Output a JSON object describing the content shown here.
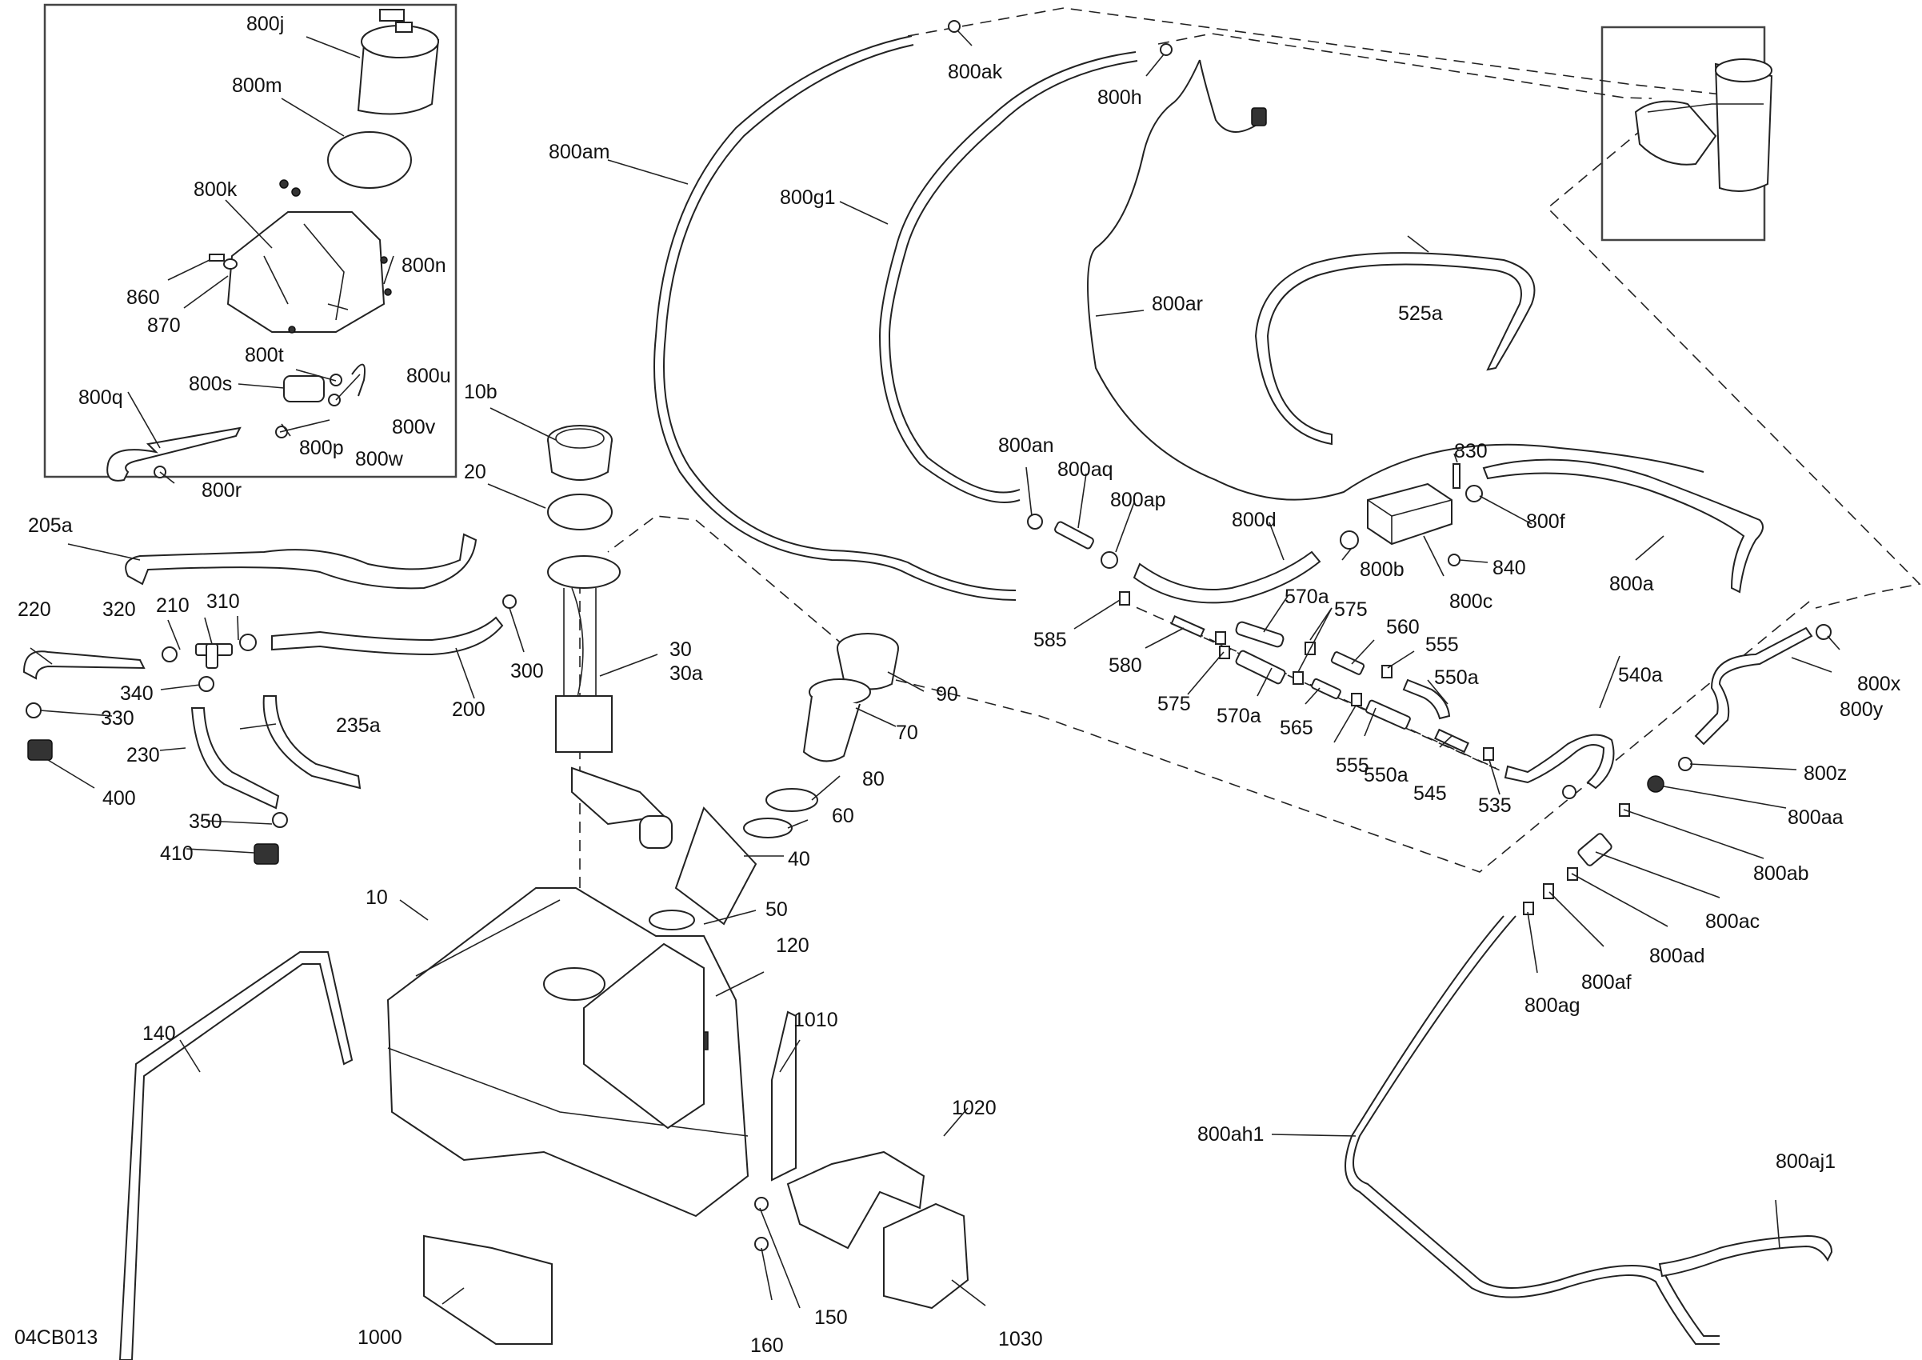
{
  "diagram": {
    "title": "Fuel tank and EVAP system exploded view",
    "figure_code": "04CB013",
    "callouts": [
      {
        "id": "800j",
        "label": "800j"
      },
      {
        "id": "800m",
        "label": "800m"
      },
      {
        "id": "800k",
        "label": "800k"
      },
      {
        "id": "800n",
        "label": "800n"
      },
      {
        "id": "860",
        "label": "860"
      },
      {
        "id": "870",
        "label": "870"
      },
      {
        "id": "800t",
        "label": "800t"
      },
      {
        "id": "800u",
        "label": "800u"
      },
      {
        "id": "800s",
        "label": "800s"
      },
      {
        "id": "800v",
        "label": "800v"
      },
      {
        "id": "800q",
        "label": "800q"
      },
      {
        "id": "800w",
        "label": "800w"
      },
      {
        "id": "800p",
        "label": "800p"
      },
      {
        "id": "800r",
        "label": "800r"
      },
      {
        "id": "10b",
        "label": "10b"
      },
      {
        "id": "20",
        "label": "20"
      },
      {
        "id": "205a",
        "label": "205a"
      },
      {
        "id": "220",
        "label": "220"
      },
      {
        "id": "320",
        "label": "320"
      },
      {
        "id": "210",
        "label": "210"
      },
      {
        "id": "310",
        "label": "310"
      },
      {
        "id": "300",
        "label": "300"
      },
      {
        "id": "200",
        "label": "200"
      },
      {
        "id": "340",
        "label": "340"
      },
      {
        "id": "330",
        "label": "330"
      },
      {
        "id": "230",
        "label": "230"
      },
      {
        "id": "235a",
        "label": "235a"
      },
      {
        "id": "400",
        "label": "400"
      },
      {
        "id": "350",
        "label": "350"
      },
      {
        "id": "410",
        "label": "410"
      },
      {
        "id": "30",
        "label": "30"
      },
      {
        "id": "30a",
        "label": "30a"
      },
      {
        "id": "90",
        "label": "90"
      },
      {
        "id": "70",
        "label": "70"
      },
      {
        "id": "80",
        "label": "80"
      },
      {
        "id": "60",
        "label": "60"
      },
      {
        "id": "40",
        "label": "40"
      },
      {
        "id": "50",
        "label": "50"
      },
      {
        "id": "10",
        "label": "10"
      },
      {
        "id": "120",
        "label": "120"
      },
      {
        "id": "140",
        "label": "140"
      },
      {
        "id": "1010",
        "label": "1010"
      },
      {
        "id": "1020",
        "label": "1020"
      },
      {
        "id": "1000",
        "label": "1000"
      },
      {
        "id": "150",
        "label": "150"
      },
      {
        "id": "160",
        "label": "160"
      },
      {
        "id": "1030",
        "label": "1030"
      },
      {
        "id": "800am",
        "label": "800am"
      },
      {
        "id": "800ak",
        "label": "800ak"
      },
      {
        "id": "800h",
        "label": "800h"
      },
      {
        "id": "800g1",
        "label": "800g1"
      },
      {
        "id": "800ar",
        "label": "800ar"
      },
      {
        "id": "525a",
        "label": "525a"
      },
      {
        "id": "800an",
        "label": "800an"
      },
      {
        "id": "800aq",
        "label": "800aq"
      },
      {
        "id": "800ap",
        "label": "800ap"
      },
      {
        "id": "800d",
        "label": "800d"
      },
      {
        "id": "830",
        "label": "830"
      },
      {
        "id": "800f",
        "label": "800f"
      },
      {
        "id": "800b",
        "label": "800b"
      },
      {
        "id": "840",
        "label": "840"
      },
      {
        "id": "800c",
        "label": "800c"
      },
      {
        "id": "800a",
        "label": "800a"
      },
      {
        "id": "585",
        "label": "585"
      },
      {
        "id": "570a_top",
        "label": "570a"
      },
      {
        "id": "575_top",
        "label": "575"
      },
      {
        "id": "560",
        "label": "560"
      },
      {
        "id": "555_top",
        "label": "555"
      },
      {
        "id": "580",
        "label": "580"
      },
      {
        "id": "550a_top",
        "label": "550a"
      },
      {
        "id": "575_bot",
        "label": "575"
      },
      {
        "id": "570a_bot",
        "label": "570a"
      },
      {
        "id": "565",
        "label": "565"
      },
      {
        "id": "555_bot",
        "label": "555"
      },
      {
        "id": "550a_bot",
        "label": "550a"
      },
      {
        "id": "545",
        "label": "545"
      },
      {
        "id": "535",
        "label": "535"
      },
      {
        "id": "540a",
        "label": "540a"
      },
      {
        "id": "800x",
        "label": "800x"
      },
      {
        "id": "800y",
        "label": "800y"
      },
      {
        "id": "800z",
        "label": "800z"
      },
      {
        "id": "800aa",
        "label": "800aa"
      },
      {
        "id": "800ab",
        "label": "800ab"
      },
      {
        "id": "800ac",
        "label": "800ac"
      },
      {
        "id": "800ad",
        "label": "800ad"
      },
      {
        "id": "800af",
        "label": "800af"
      },
      {
        "id": "800ag",
        "label": "800ag"
      },
      {
        "id": "800ah1",
        "label": "800ah1"
      },
      {
        "id": "800aj1",
        "label": "800aj1"
      }
    ]
  }
}
